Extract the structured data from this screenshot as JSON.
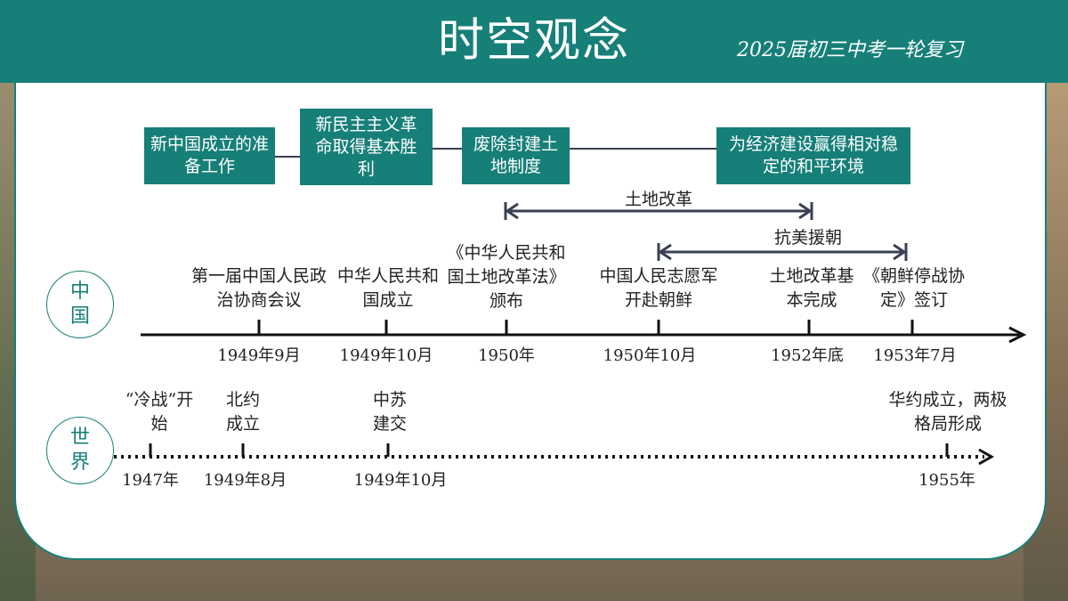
{
  "header": {
    "title": "时空观念",
    "subtitle": "2025届初三中考一轮复习"
  },
  "top_boxes": [
    {
      "text": "新中国成立的准备工作"
    },
    {
      "text": "新民主主义革命取得基本胜利"
    },
    {
      "text": "废除封建土地制度"
    },
    {
      "text": "为经济建设赢得相对稳定的和平环境"
    }
  ],
  "spans": [
    {
      "label": "土地改革"
    },
    {
      "label": "抗美援朝"
    }
  ],
  "china": {
    "label_lines": [
      "中",
      "国"
    ],
    "events": [
      {
        "label": "第一届中国人民政治协商会议",
        "date": "1949年9月"
      },
      {
        "label": "中华人民共和国成立",
        "date": "1949年10月"
      },
      {
        "label": "《中华人民共和国土地改革法》颁布",
        "date": "1950年"
      },
      {
        "label": "中国人民志愿军开赴朝鲜",
        "date": "1950年10月"
      },
      {
        "label": "土地改革基本完成",
        "date": "1952年底"
      },
      {
        "label": "《朝鲜停战协定》签订",
        "date": "1953年7月"
      }
    ]
  },
  "world": {
    "label_lines": [
      "世",
      "界"
    ],
    "events": [
      {
        "label": "“冷战”开始",
        "date": "1947年"
      },
      {
        "label": "北约成立",
        "date": "1949年8月"
      },
      {
        "label": "中苏建交",
        "date": "1949年10月"
      },
      {
        "label": "华约成立，两极格局形成",
        "date": "1955年"
      }
    ]
  },
  "colors": {
    "teal": "#167f78",
    "arrow": "#3a4052",
    "axis": "#111111"
  }
}
